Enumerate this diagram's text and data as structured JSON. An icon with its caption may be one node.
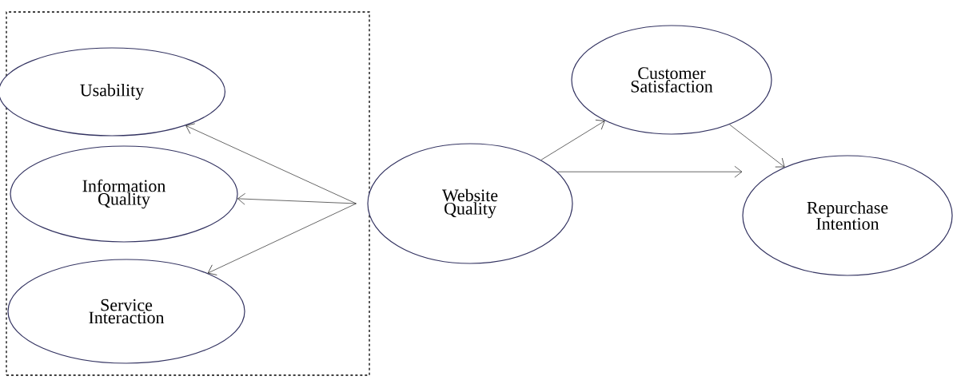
{
  "diagram": {
    "nodes": [
      {
        "text": [],
        "shape": "box"
      },
      {
        "text": [
          "Usability"
        ],
        "in": 0
      },
      {
        "text": [
          "Information Quality"
        ],
        "in": 0
      },
      {
        "text": [
          "Service Interaction"
        ],
        "in": 0
      },
      {
        "text": [
          "Website Quality"
        ]
      },
      {
        "text": [
          "Customer Satisfaction"
        ]
      },
      {
        "text": [
          "Repurchase Intention"
        ]
      }
    ],
    "edges": [
      {
        "from": 4,
        "to": 1,
        "arrow": "to"
      },
      {
        "from": 4,
        "to": 2,
        "arrow": "to"
      },
      {
        "from": 4,
        "to": 3,
        "arrow": "to"
      },
      {
        "from": 4,
        "to": 5,
        "arrow": "to"
      },
      {
        "from": 4,
        "to": 6,
        "arrow": "to"
      },
      {
        "from": 5,
        "to": 6,
        "arrow": "to"
      }
    ]
  }
}
